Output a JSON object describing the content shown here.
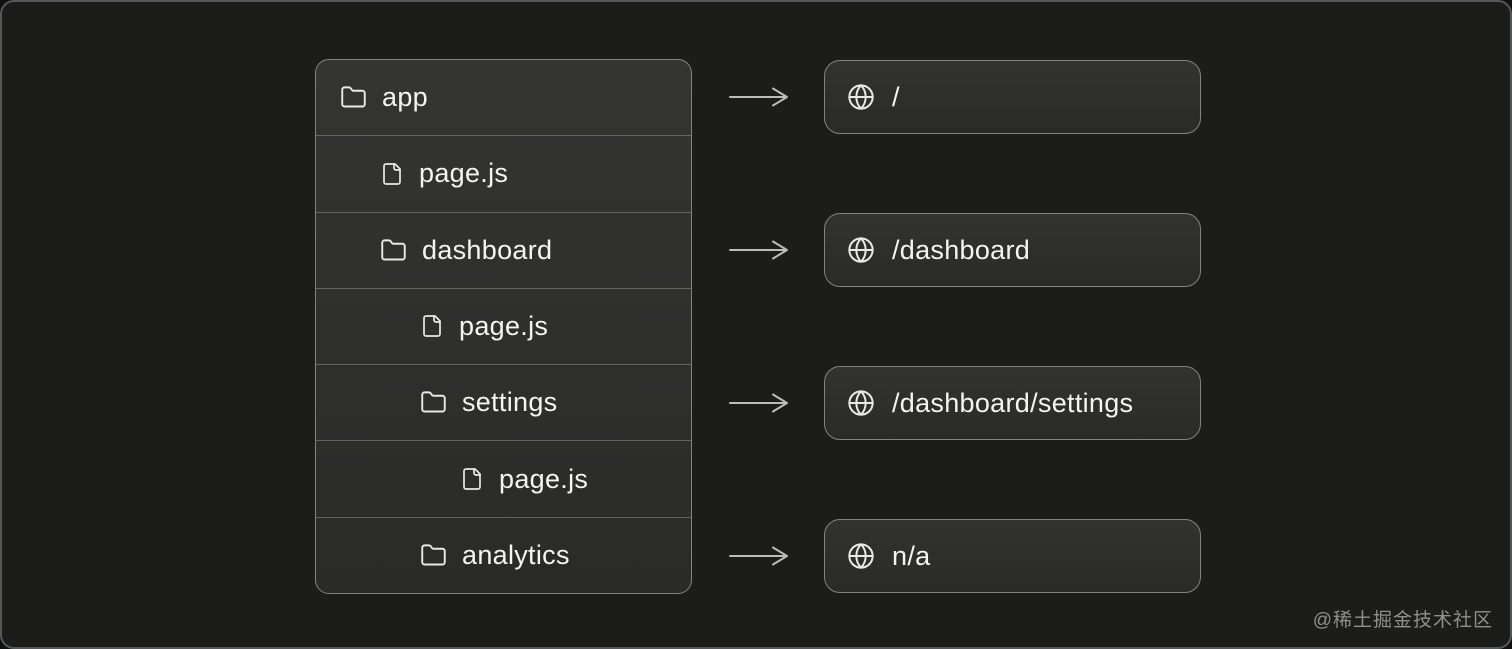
{
  "diagram": {
    "title_hint": "file-system routing mapping",
    "colors": {
      "page_background": "#1c1c1a",
      "panel_background": "#2e2e2c",
      "panel_border": "#82827f",
      "divider": "#5e5e5b",
      "text": "#f4f4f1",
      "arrow": "#bcbcba",
      "outer_border": "#55575a",
      "watermark": "#8f8f8f"
    }
  },
  "tree": {
    "items": [
      {
        "label": "app",
        "type": "folder",
        "level": 0
      },
      {
        "label": "page.js",
        "type": "file",
        "level": 1
      },
      {
        "label": "dashboard",
        "type": "folder",
        "level": 1
      },
      {
        "label": "page.js",
        "type": "file",
        "level": 2
      },
      {
        "label": "settings",
        "type": "folder",
        "level": 2
      },
      {
        "label": "page.js",
        "type": "file",
        "level": 3
      },
      {
        "label": "analytics",
        "type": "folder",
        "level": 2
      }
    ]
  },
  "routes": [
    {
      "path": "/"
    },
    {
      "path": "/dashboard"
    },
    {
      "path": "/dashboard/settings"
    },
    {
      "path": "n/a"
    }
  ],
  "watermark": "@稀土掘金技术社区"
}
